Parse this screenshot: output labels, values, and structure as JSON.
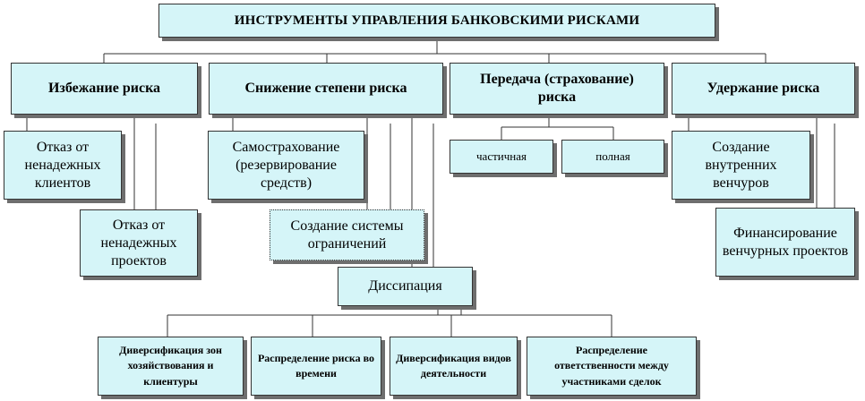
{
  "title": "ИНСТРУМЕНТЫ УПРАВЛЕНИЯ БАНКОВСКИМИ РИСКАМИ",
  "categories": {
    "avoidance": "Избежание риска",
    "reduction": "Снижение степени риска",
    "transfer": "Передача (страхование) риска",
    "retention": "Удержание риска"
  },
  "avoidance_items": {
    "clients": "Отказ от ненадежных клиентов",
    "projects": "Отказ от ненадежных проектов"
  },
  "reduction_items": {
    "self_insurance": "Самострахование (резервирование средств)",
    "limits": "Создание системы ограничений",
    "dissipation": "Диссипация"
  },
  "transfer_items": {
    "partial": "частичная",
    "full": "полная"
  },
  "retention_items": {
    "internal_ventures": "Создание внутренних венчуров",
    "venture_financing": "Финансирование венчурных проектов"
  },
  "dissipation_items": {
    "diversification_zones": "Диверсификация зон хозяйствования и клиентуры",
    "time_distribution": "Распределение риска во времени",
    "activity_diversification": "Диверсификация видов деятельности",
    "responsibility_distribution": "Распределение ответственности между участниками сделок"
  }
}
